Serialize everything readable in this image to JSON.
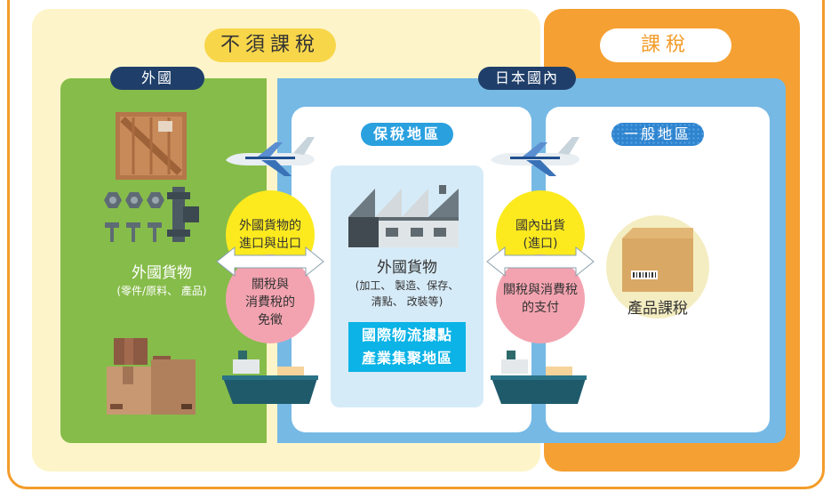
{
  "zones": {
    "tax_free_label": "不須課稅",
    "taxed_label": "課稅"
  },
  "regions": {
    "foreign": "外國",
    "domestic": "日本國內",
    "bonded": "保稅地區",
    "general": "一般地區"
  },
  "foreign_goods": {
    "title": "外國貨物",
    "subtitle": "(零件/原料、 產品)"
  },
  "import_export": {
    "line1": "外國貨物的",
    "line2": "進口與出口",
    "exempt1": "關稅與",
    "exempt2": "消費稅的",
    "exempt3": "免徵"
  },
  "bonded_area": {
    "goods_title": "外國貨物",
    "process1": "(加工、 製造、保存、",
    "process2": "清點、 改裝等)",
    "hub1": "國際物流據點",
    "hub2": "產業集聚地區"
  },
  "domestic_ship": {
    "line1": "國內出貨",
    "line2": "(進口)",
    "pay1": "關稅與消費稅",
    "pay2": "的支付"
  },
  "product_tax": "產品課稅",
  "colors": {
    "orange": "#f39c2a",
    "yellow_zone": "#fdf5c9",
    "green": "#86bc4a",
    "blue": "#76b9e5",
    "navy": "#1f3f6a",
    "cyan": "#0bb3e6",
    "yellow": "#fcea1e",
    "pink": "#f3a3b0"
  },
  "icons": [
    "wooden-crate-icon",
    "bolt-nut-icon",
    "pipe-fitting-icon",
    "cardboard-box-icon",
    "airplane-icon",
    "ship-icon",
    "factory-icon",
    "double-arrow-icon",
    "barcode-box-icon"
  ]
}
